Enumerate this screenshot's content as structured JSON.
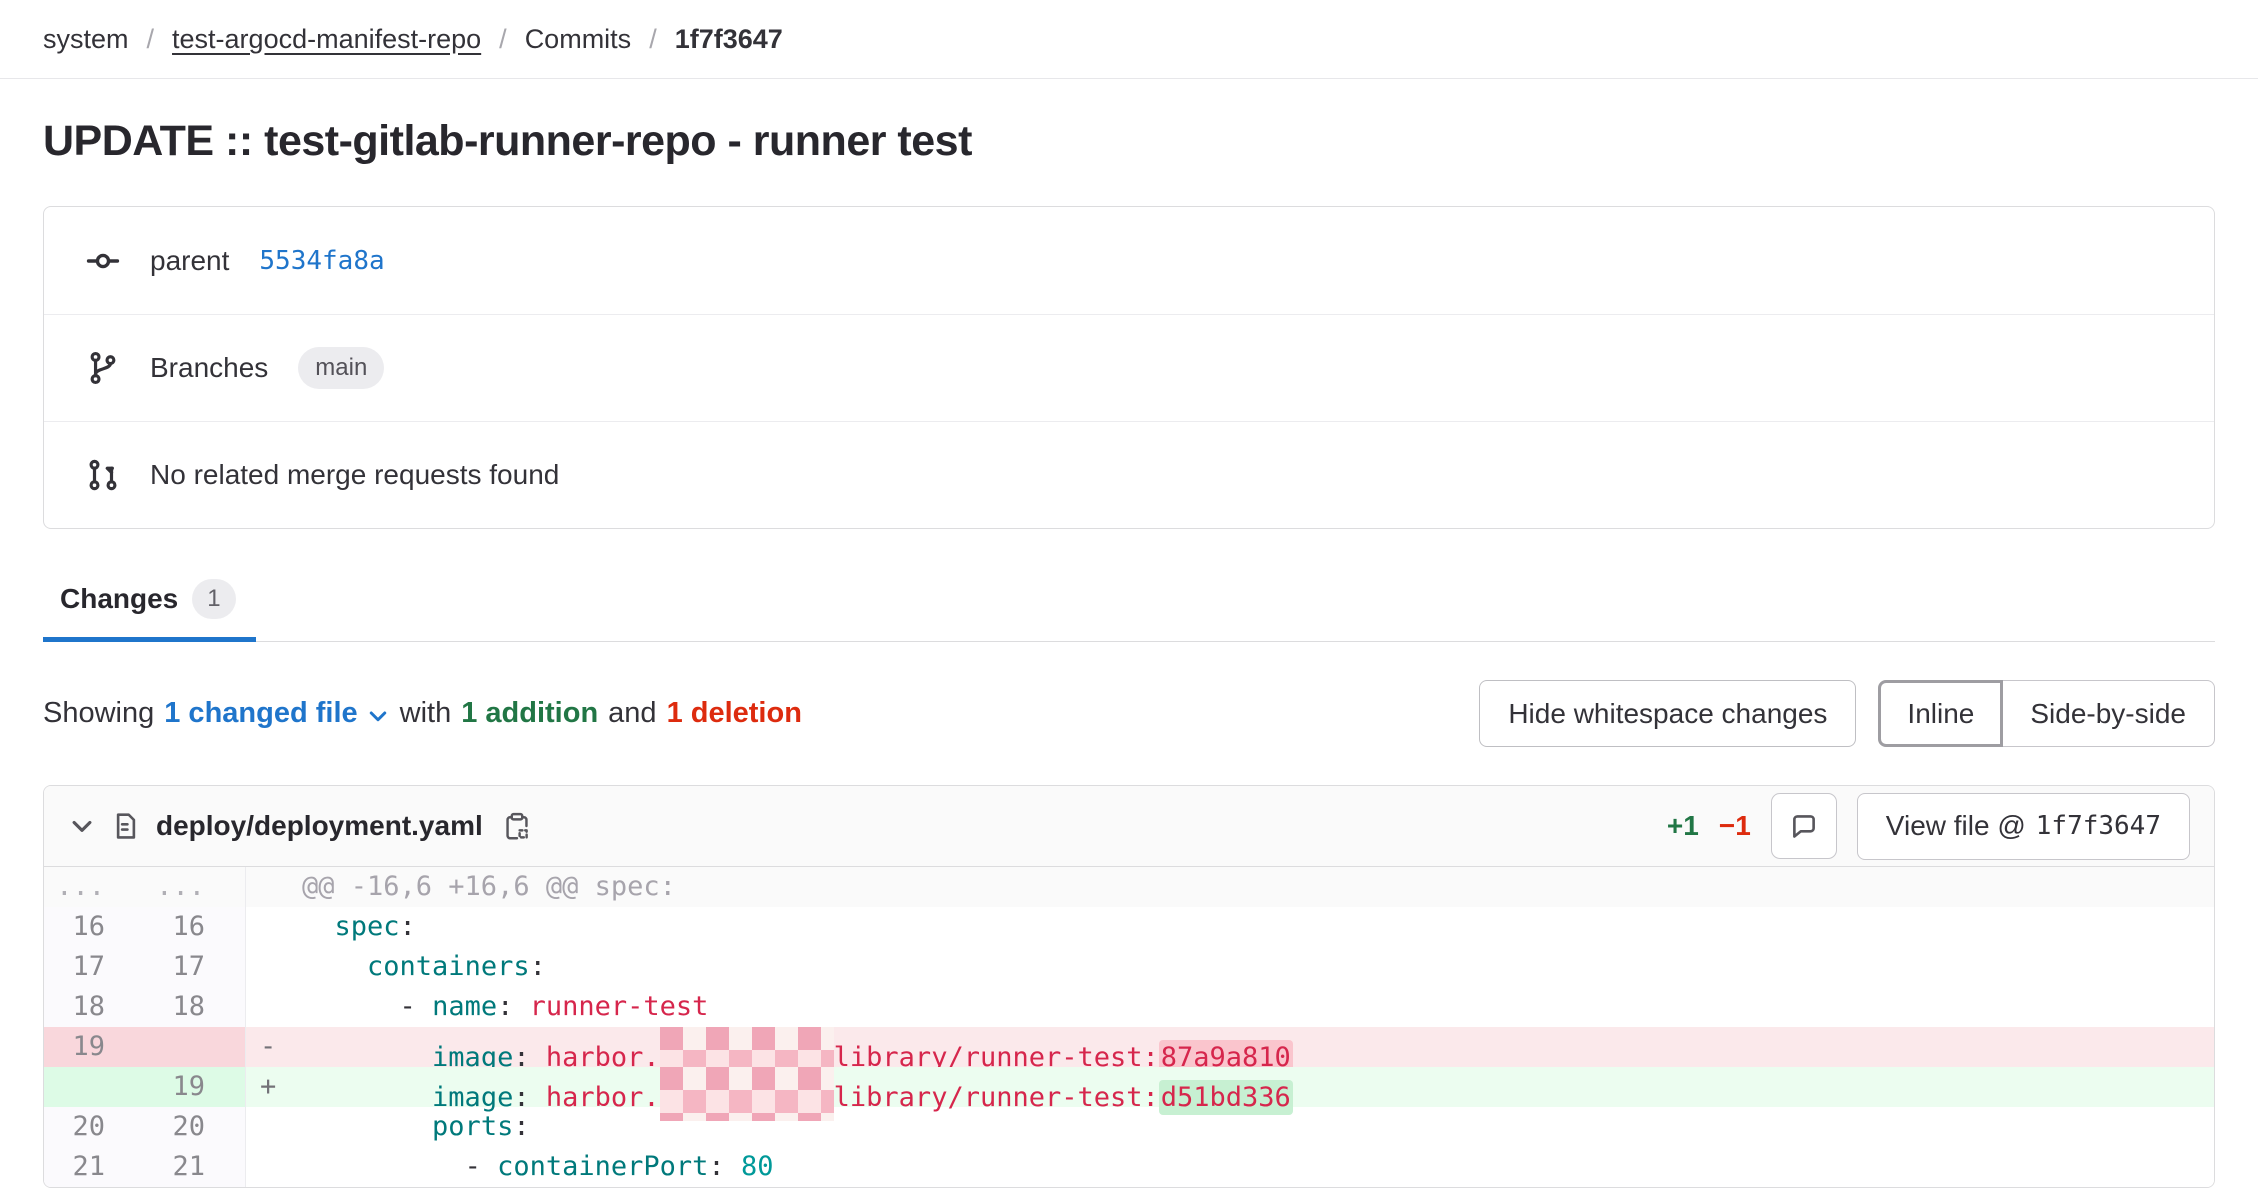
{
  "breadcrumb": {
    "separator": "/",
    "items": [
      {
        "label": "system"
      },
      {
        "label": "test-argocd-manifest-repo"
      },
      {
        "label": "Commits"
      },
      {
        "label": "1f7f3647"
      }
    ]
  },
  "commit": {
    "title": "UPDATE :: test-gitlab-runner-repo - runner test",
    "parent_label": "parent",
    "parent_sha": "5534fa8a",
    "branches_label": "Branches",
    "branch_badge": "main",
    "no_merge_requests_text": "No related merge requests found"
  },
  "tabs": {
    "changes_label": "Changes",
    "changes_count": "1"
  },
  "summary": {
    "showing": "Showing",
    "changed_file": "1 changed file",
    "with_word": "with",
    "addition": "1 addition",
    "and_word": "and",
    "deletion": "1 deletion"
  },
  "controls": {
    "hide_whitespace": "Hide whitespace changes",
    "inline": "Inline",
    "side_by_side": "Side-by-side"
  },
  "file": {
    "path": "deploy/deployment.yaml",
    "additions": "+1",
    "deletions": "−1",
    "view_file_label": "View file @",
    "view_file_sha": "1f7f3647"
  },
  "colors": {
    "accent_blue": "#1f75cb",
    "addition_green": "#217645",
    "deletion_red": "#dd2b0e",
    "yaml_key_teal": "#00797b",
    "yaml_string_red": "#d6264c",
    "yaml_number_teal": "#009999",
    "old_line_bg": "#fbe9eb",
    "new_line_bg": "#ecfdf0",
    "old_word_highlight": "#fac5cd",
    "new_word_highlight": "#c7f0d2"
  },
  "diff": {
    "rows": [
      {
        "type": "hunk",
        "old": "...",
        "new": "...",
        "marker": "",
        "segments": [
          {
            "t": "@@ -16,6 +16,6 @@ spec:",
            "c": ""
          }
        ]
      },
      {
        "type": "ctx",
        "old": "16",
        "new": "16",
        "marker": "",
        "segments": [
          {
            "t": "  ",
            "c": ""
          },
          {
            "t": "spec",
            "c": "k"
          },
          {
            "t": ":",
            "c": "p"
          }
        ]
      },
      {
        "type": "ctx",
        "old": "17",
        "new": "17",
        "marker": "",
        "segments": [
          {
            "t": "    ",
            "c": ""
          },
          {
            "t": "containers",
            "c": "k"
          },
          {
            "t": ":",
            "c": "p"
          }
        ]
      },
      {
        "type": "ctx",
        "old": "18",
        "new": "18",
        "marker": "",
        "segments": [
          {
            "t": "      ",
            "c": ""
          },
          {
            "t": "- ",
            "c": "p"
          },
          {
            "t": "name",
            "c": "k"
          },
          {
            "t": ":",
            "c": "p"
          },
          {
            "t": " ",
            "c": ""
          },
          {
            "t": "runner-test",
            "c": "s"
          }
        ]
      },
      {
        "type": "old",
        "old": "19",
        "new": "",
        "marker": "-",
        "segments": [
          {
            "t": "        ",
            "c": ""
          },
          {
            "t": "image",
            "c": "k"
          },
          {
            "t": ":",
            "c": "p"
          },
          {
            "t": " ",
            "c": ""
          },
          {
            "t": "harbor.",
            "c": "s"
          },
          {
            "t": "",
            "c": "red"
          },
          {
            "t": "library/runner-test:",
            "c": "s"
          },
          {
            "t": "87a9a810",
            "c": "s hl-old"
          }
        ]
      },
      {
        "type": "new",
        "old": "",
        "new": "19",
        "marker": "+",
        "segments": [
          {
            "t": "        ",
            "c": ""
          },
          {
            "t": "image",
            "c": "k"
          },
          {
            "t": ":",
            "c": "p"
          },
          {
            "t": " ",
            "c": ""
          },
          {
            "t": "harbor.",
            "c": "s"
          },
          {
            "t": "",
            "c": "red"
          },
          {
            "t": "library/runner-test:",
            "c": "s"
          },
          {
            "t": "d51bd336",
            "c": "s hl-new"
          }
        ]
      },
      {
        "type": "ctx",
        "old": "20",
        "new": "20",
        "marker": "",
        "segments": [
          {
            "t": "        ",
            "c": ""
          },
          {
            "t": "ports",
            "c": "k"
          },
          {
            "t": ":",
            "c": "p"
          }
        ]
      },
      {
        "type": "ctx",
        "old": "21",
        "new": "21",
        "marker": "",
        "segments": [
          {
            "t": "          ",
            "c": ""
          },
          {
            "t": "- ",
            "c": "p"
          },
          {
            "t": "containerPort",
            "c": "k"
          },
          {
            "t": ":",
            "c": "p"
          },
          {
            "t": " ",
            "c": ""
          },
          {
            "t": "80",
            "c": "m"
          }
        ]
      }
    ]
  }
}
